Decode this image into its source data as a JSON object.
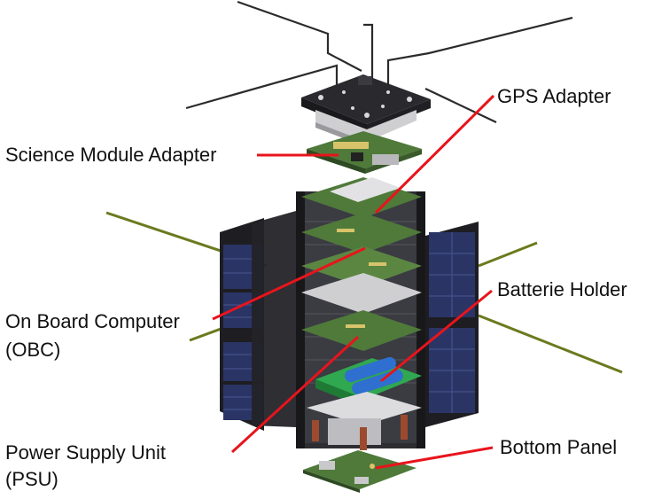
{
  "labels": {
    "gps_adapter": "GPS Adapter",
    "science_module_adapter": "Science Module Adapter",
    "batterie_holder": "Batterie Holder",
    "on_board_computer_line1": "On Board Computer",
    "on_board_computer_line2": "(OBC)",
    "power_supply_unit_line1": "Power Supply Unit",
    "power_supply_unit_line2": "(PSU)",
    "bottom_panel": "Bottom Panel"
  },
  "colors": {
    "callout_line": "#e8141c",
    "pcb_green": "#4f7a3a",
    "pcb_dark": "#2e4a22",
    "solar_cell": "#2a3566",
    "solar_frame": "#1d1d22",
    "antenna": "#2b2b2b",
    "rod": "#6b7a1e",
    "aluminum": "#cfcfd2",
    "battery": "#2f6fd0",
    "holder_green": "#2fa84f",
    "text": "#111111"
  }
}
